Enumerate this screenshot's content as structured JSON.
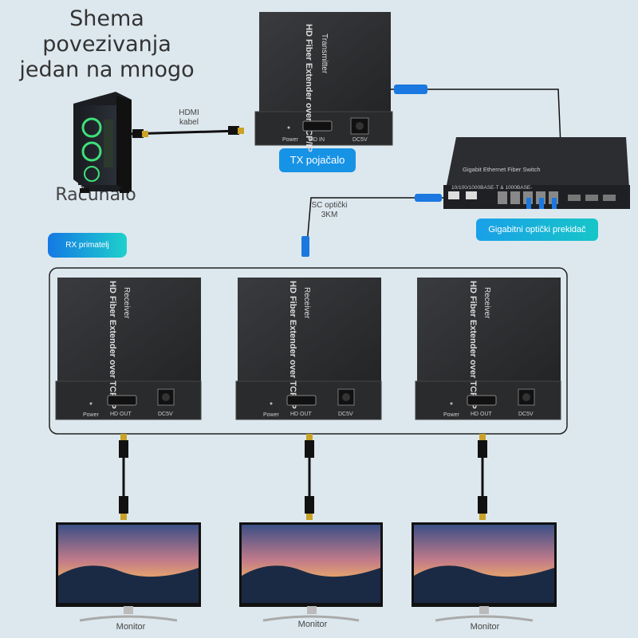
{
  "title": "Shema\npovezivanja\njedan na mnogo",
  "computer_label": "Računalo",
  "hdmi_cable_label": "HDMI\nkabel",
  "tx_badge": "TX pojačalo",
  "switch_badge": "Gigabitni optički prekidač",
  "rx_badge": "RX primatelj",
  "sc_fiber_label": "SC optički\n3KM",
  "transmitter": {
    "model_text": "HD Fiber Extender over TCP/IP",
    "role_text": "Transmitter",
    "ports": [
      "Power",
      "HD IN",
      "DC5V"
    ]
  },
  "switch": {
    "name_text": "Gigabit Ethernet Fiber Switch",
    "spec_text": "10/100/1000BASE-T & 1000BASE-"
  },
  "receivers": [
    {
      "model_text": "HD Fiber Extender over TCP/IP",
      "role_text": "Receiver",
      "ports": [
        "Power",
        "HD OUT",
        "DC5V"
      ]
    },
    {
      "model_text": "HD Fiber Extender over TCP/IP",
      "role_text": "Receiver",
      "ports": [
        "Power",
        "HD OUT",
        "DC5V"
      ]
    },
    {
      "model_text": "HD Fiber Extender over TCP/IP",
      "role_text": "Receiver",
      "ports": [
        "Power",
        "HD OUT",
        "DC5V"
      ]
    }
  ],
  "monitors": [
    "Monitor",
    "Monitor",
    "Monitor"
  ],
  "colors": {
    "background": "#dde8ee",
    "device_body": "#2a2b2d",
    "fiber_blue": "#1a78e0",
    "badge_blue": "#1793e6",
    "gold": "#c9a227"
  }
}
